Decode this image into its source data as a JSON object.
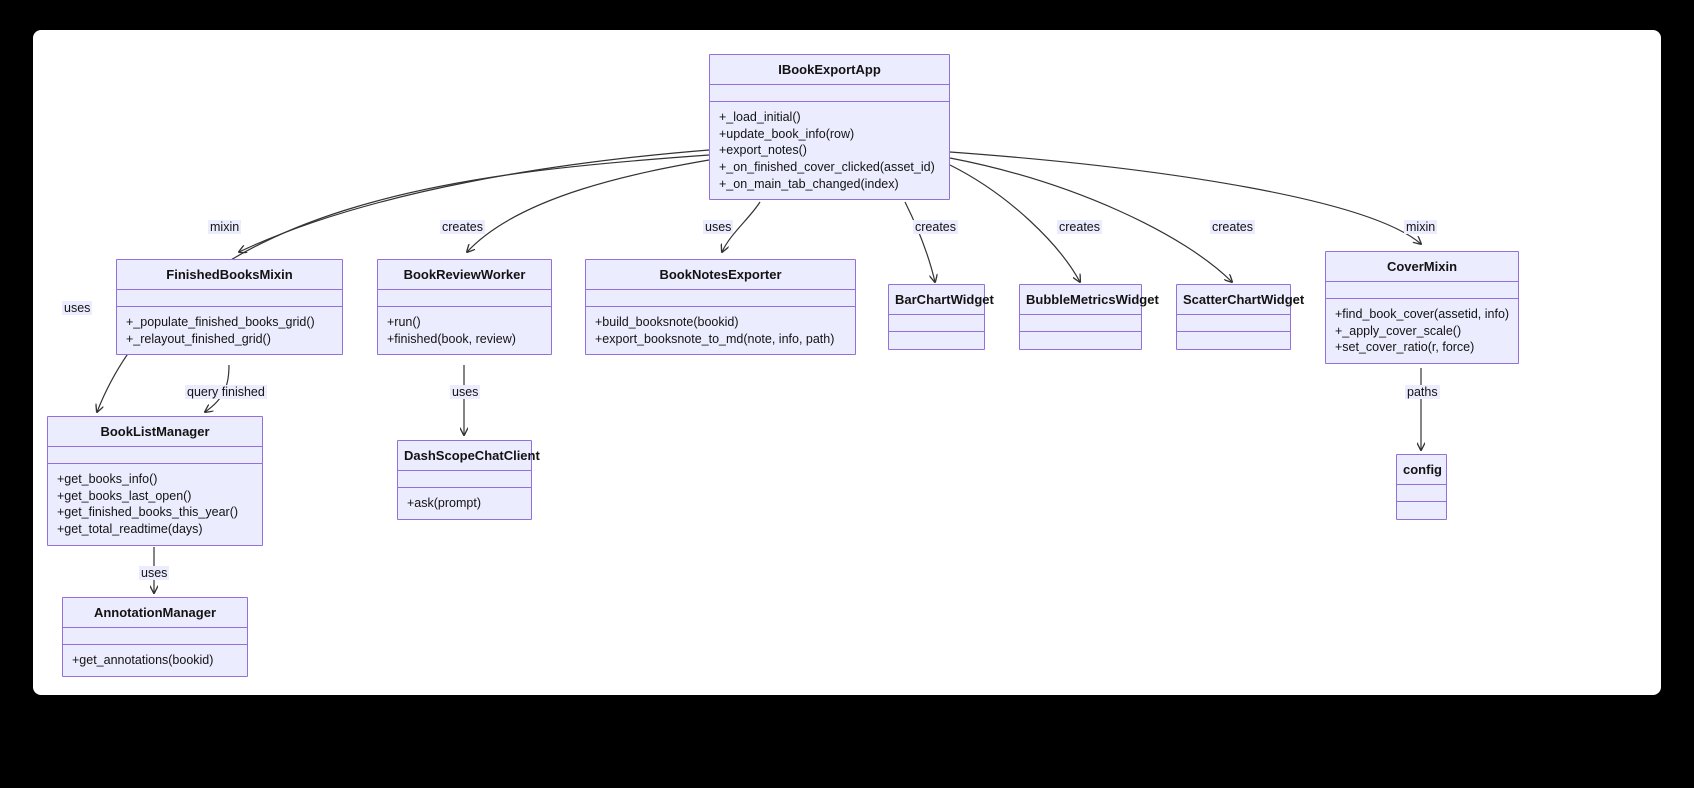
{
  "diagram": {
    "type": "uml-class-diagram",
    "background": "#000000",
    "sheet_color": "#ffffff",
    "node_fill": "#ececff",
    "node_border": "#9370db",
    "edge_color": "#333333",
    "text_color": "#131313"
  },
  "classes": [
    {
      "id": "IBookExportApp",
      "name": "IBookExportApp",
      "attributes": [],
      "methods": [
        "+_load_initial()",
        "+update_book_info(row)",
        "+export_notes()",
        "+_on_finished_cover_clicked(asset_id)",
        "+_on_main_tab_changed(index)"
      ]
    },
    {
      "id": "FinishedBooksMixin",
      "name": "FinishedBooksMixin",
      "attributes": [],
      "methods": [
        "+_populate_finished_books_grid()",
        "+_relayout_finished_grid()"
      ]
    },
    {
      "id": "BookReviewWorker",
      "name": "BookReviewWorker",
      "attributes": [],
      "methods": [
        "+run()",
        "+finished(book, review)"
      ]
    },
    {
      "id": "BookNotesExporter",
      "name": "BookNotesExporter",
      "attributes": [],
      "methods": [
        "+build_booksnote(bookid)",
        "+export_booksnote_to_md(note, info, path)"
      ]
    },
    {
      "id": "BarChartWidget",
      "name": "BarChartWidget",
      "attributes": [],
      "methods": []
    },
    {
      "id": "BubbleMetricsWidget",
      "name": "BubbleMetricsWidget",
      "attributes": [],
      "methods": []
    },
    {
      "id": "ScatterChartWidget",
      "name": "ScatterChartWidget",
      "attributes": [],
      "methods": []
    },
    {
      "id": "CoverMixin",
      "name": "CoverMixin",
      "attributes": [],
      "methods": [
        "+find_book_cover(assetid, info)",
        "+_apply_cover_scale()",
        "+set_cover_ratio(r, force)"
      ]
    },
    {
      "id": "BookListManager",
      "name": "BookListManager",
      "attributes": [],
      "methods": [
        "+get_books_info()",
        "+get_books_last_open()",
        "+get_finished_books_this_year()",
        "+get_total_readtime(days)"
      ]
    },
    {
      "id": "DashScopeChatClient",
      "name": "DashScopeChatClient",
      "attributes": [],
      "methods": [
        "+ask(prompt)"
      ]
    },
    {
      "id": "AnnotationManager",
      "name": "AnnotationManager",
      "attributes": [],
      "methods": [
        "+get_annotations(bookid)"
      ]
    },
    {
      "id": "config",
      "name": "config",
      "attributes": [],
      "methods": []
    }
  ],
  "edges": [
    {
      "from": "IBookExportApp",
      "to": "FinishedBooksMixin",
      "label": "mixin"
    },
    {
      "from": "IBookExportApp",
      "to": "BookListManager",
      "label": "uses"
    },
    {
      "from": "IBookExportApp",
      "to": "BookReviewWorker",
      "label": "creates"
    },
    {
      "from": "IBookExportApp",
      "to": "BookNotesExporter",
      "label": "uses"
    },
    {
      "from": "IBookExportApp",
      "to": "BarChartWidget",
      "label": "creates"
    },
    {
      "from": "IBookExportApp",
      "to": "BubbleMetricsWidget",
      "label": "creates"
    },
    {
      "from": "IBookExportApp",
      "to": "ScatterChartWidget",
      "label": "creates"
    },
    {
      "from": "IBookExportApp",
      "to": "CoverMixin",
      "label": "mixin"
    },
    {
      "from": "FinishedBooksMixin",
      "to": "BookListManager",
      "label": "query finished"
    },
    {
      "from": "BookReviewWorker",
      "to": "DashScopeChatClient",
      "label": "uses"
    },
    {
      "from": "BookListManager",
      "to": "AnnotationManager",
      "label": "uses"
    },
    {
      "from": "CoverMixin",
      "to": "config",
      "label": "paths"
    }
  ]
}
